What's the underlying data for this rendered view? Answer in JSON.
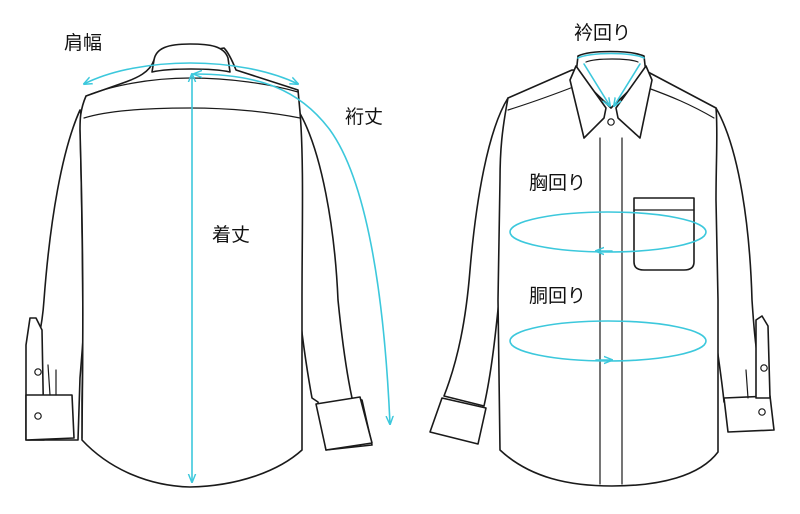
{
  "labels": {
    "shoulder_width": "肩幅",
    "sleeve_length": "裄丈",
    "body_length": "着丈",
    "neck": "衿回り",
    "chest": "胸回り",
    "waist": "胴回り"
  },
  "colors": {
    "measure": "#3cc8dc",
    "outline": "#1a1a1a",
    "background": "#ffffff"
  }
}
